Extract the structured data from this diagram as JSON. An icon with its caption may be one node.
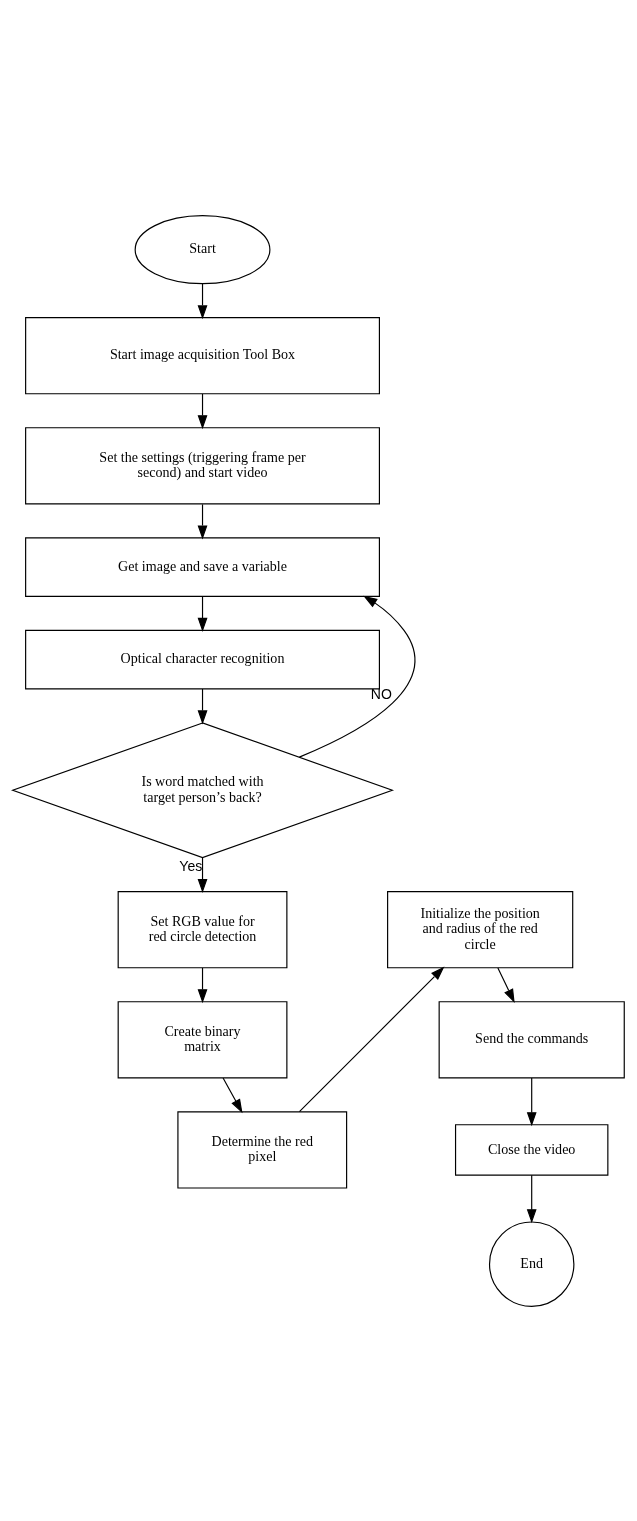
{
  "diagram": {
    "nodes": [
      {
        "text": [
          "Start"
        ]
      },
      {
        "text": [
          "Start image acquisition Tool Box"
        ]
      },
      {
        "text": [
          "Set the settings (triggering frame per second) and start video"
        ]
      },
      {
        "text": [
          "Get image and save a variable"
        ]
      },
      {
        "text": [
          "Optical character recognition"
        ]
      },
      {
        "text": [
          "Is word matched with target person’s back?"
        ]
      },
      {
        "text": [
          "Set RGB value for red circle detection"
        ]
      },
      {
        "text": [
          "Create binary matrix"
        ]
      },
      {
        "text": [
          "Determine the red pixel"
        ]
      },
      {
        "text": [
          "Initialize the position and radius of the red circle"
        ]
      },
      {
        "text": [
          "Send the commands"
        ]
      },
      {
        "text": [
          "Close the video"
        ]
      },
      {
        "text": [
          "End"
        ]
      }
    ],
    "edges": [
      {
        "from": 0,
        "to": 1,
        "arrow": "to"
      },
      {
        "from": 1,
        "to": 2,
        "arrow": "to"
      },
      {
        "from": 2,
        "to": 3,
        "arrow": "to"
      },
      {
        "from": 3,
        "to": 4,
        "arrow": "to"
      },
      {
        "from": 4,
        "to": 5,
        "arrow": "to"
      },
      {
        "from": 5,
        "to": 3,
        "arrow": "to",
        "label": "NO"
      },
      {
        "from": 5,
        "to": 6,
        "arrow": "to",
        "label": "Yes"
      },
      {
        "from": 6,
        "to": 7,
        "arrow": "to"
      },
      {
        "from": 7,
        "to": 8,
        "arrow": "to"
      },
      {
        "from": 8,
        "to": 9,
        "arrow": "to"
      },
      {
        "from": 9,
        "to": 10,
        "arrow": "to"
      },
      {
        "from": 10,
        "to": 11,
        "arrow": "to"
      },
      {
        "from": 11,
        "to": 12,
        "arrow": "to"
      }
    ]
  }
}
